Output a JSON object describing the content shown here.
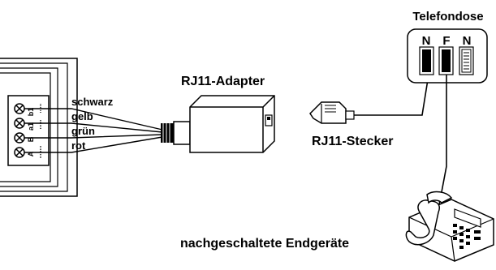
{
  "labels": {
    "telefondose": "Telefondose",
    "rj11_adapter": "RJ11-Adapter",
    "rj11_stecker": "RJ11-Stecker",
    "endgeraete": "nachgeschaltete Endgeräte"
  },
  "wires": [
    {
      "label": "schwarz"
    },
    {
      "label": "gelb"
    },
    {
      "label": "grün"
    },
    {
      "label": "rot"
    }
  ],
  "terminals": [
    "b1",
    "a1",
    "B",
    "A"
  ],
  "socket_letters": [
    "N",
    "F",
    "N"
  ],
  "icons": {
    "device": "terminal-block-device",
    "adapter": "rj11-adapter-icon",
    "plug": "rj11-plug-icon",
    "socket": "telephone-socket-icon",
    "phone": "telephone-icon"
  }
}
